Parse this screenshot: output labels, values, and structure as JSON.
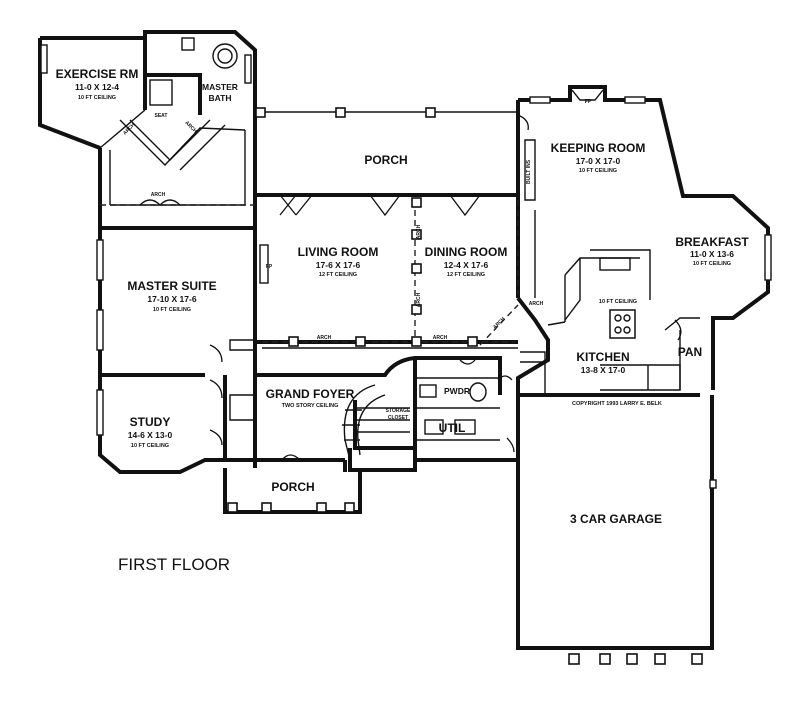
{
  "title": "FIRST FLOOR",
  "copyright": "COPYRIGHT 1993 LARRY E. BELK",
  "rooms": {
    "exercise": {
      "name": "EXERCISE RM",
      "dims": "11-0 X 12-4",
      "ceiling": "10 FT CEILING"
    },
    "master_bath": {
      "line1": "MASTER",
      "line2": "BATH",
      "seat": "SEAT"
    },
    "porch_rear": {
      "name": "PORCH"
    },
    "keeping": {
      "name": "KEEPING ROOM",
      "dims": "17-0 X 17-0",
      "ceiling": "10 FT CEILING",
      "fp": "FP",
      "built_ins": "BUILT INS"
    },
    "living": {
      "name": "LIVING ROOM",
      "dims": "17-6 X 17-6",
      "ceiling": "12 FT CEILING",
      "fp": "FP"
    },
    "dining": {
      "name": "DINING ROOM",
      "dims": "12-4 X 17-6",
      "ceiling": "12 FT CEILING"
    },
    "breakfast": {
      "name": "BREAKFAST",
      "dims": "11-0 X 13-6",
      "ceiling": "10 FT CEILING"
    },
    "master_suite": {
      "name": "MASTER SUITE",
      "dims": "17-10 X 17-6",
      "ceiling": "10 FT CEILING"
    },
    "kitchen": {
      "name": "KITCHEN",
      "dims": "13-8 X 17-0",
      "ceiling": "10 FT CEILING"
    },
    "pantry": {
      "name": "PAN"
    },
    "foyer": {
      "name": "GRAND FOYER",
      "ceiling": "TWO STORY CEILING"
    },
    "pwdr": {
      "name": "PWDR"
    },
    "util": {
      "name": "UTIL"
    },
    "storage": {
      "line1": "STORAGE",
      "line2": "CLOSET"
    },
    "study": {
      "name": "STUDY",
      "dims": "14-6 X 13-0",
      "ceiling": "10 FT CEILING"
    },
    "porch_front": {
      "name": "PORCH"
    },
    "garage": {
      "name": "3 CAR GARAGE"
    }
  },
  "arch_label": "ARCH"
}
